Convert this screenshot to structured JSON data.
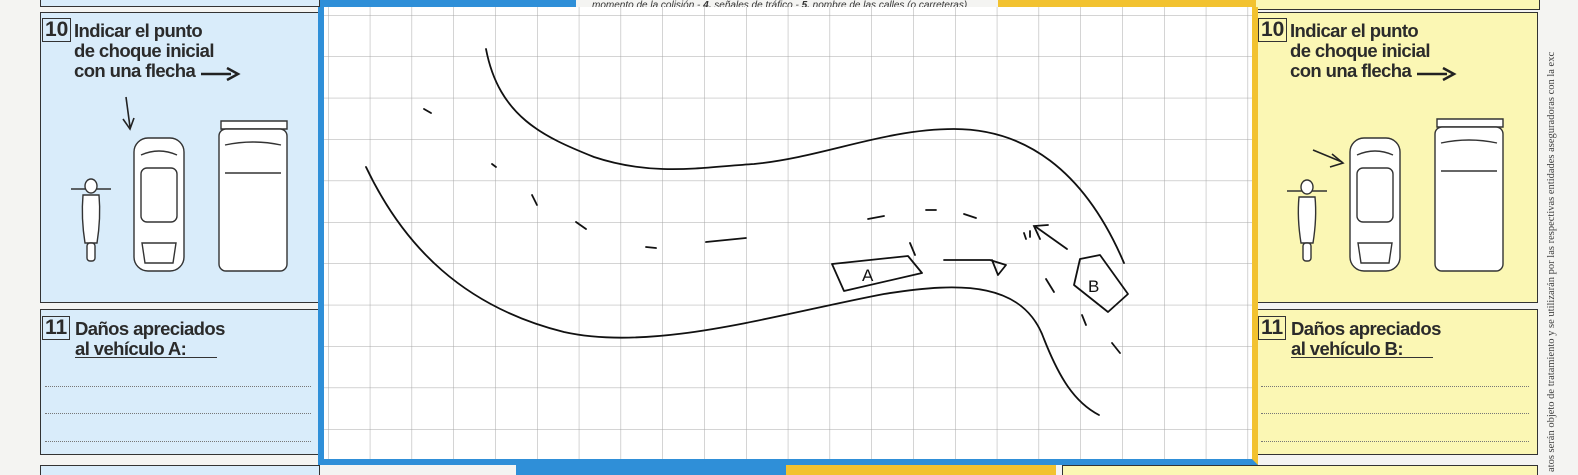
{
  "top_caption": {
    "part1": "momento de la colisión - ",
    "n4": "4.",
    "part2": " señales de tráfico - ",
    "n5": "5.",
    "part3": " nombre de las calles (o carreteras)"
  },
  "vehicle_a": {
    "section10": {
      "number": "10",
      "lines": [
        "Indicar el punto",
        "de choque inicial",
        "con una flecha"
      ],
      "arrow": "right-arrow-icon"
    },
    "section11": {
      "number": "11",
      "lines": [
        "Daños apreciados",
        "al vehículo A:"
      ]
    }
  },
  "vehicle_b": {
    "section10": {
      "number": "10",
      "lines": [
        "Indicar el punto",
        "de choque inicial",
        "con una flecha"
      ],
      "arrow": "right-arrow-icon"
    },
    "section11": {
      "number": "11",
      "lines": [
        "Daños apreciados",
        "al vehículo B:"
      ]
    }
  },
  "sketch": {
    "label_a": "A",
    "label_b": "B"
  },
  "side_note": "atos serán objeto de tratamiento y se utilizarán por las respectivas entidades aseguradoras con la exc",
  "colors": {
    "vehicle_a": "#2f8fd8",
    "vehicle_b": "#f2c230",
    "panel_a": "#d9ecfa",
    "panel_b": "#fbf7b4"
  }
}
